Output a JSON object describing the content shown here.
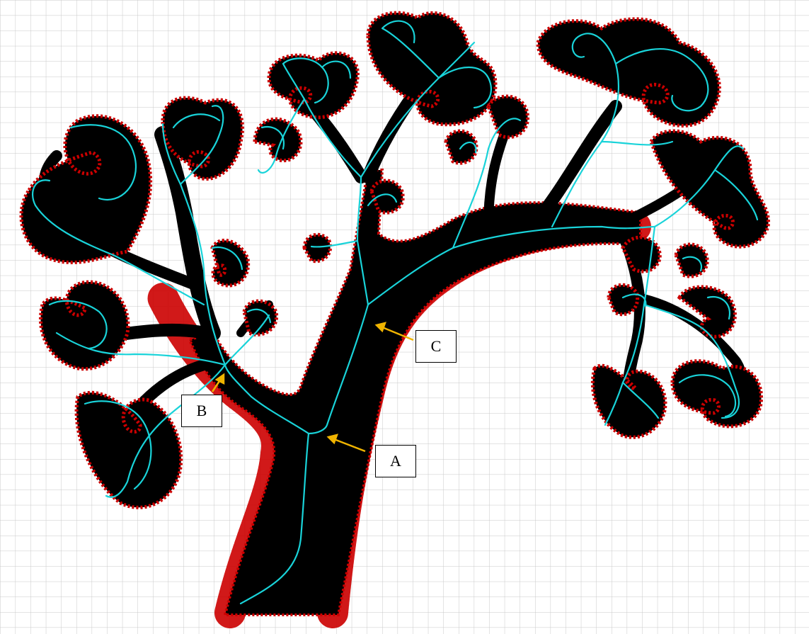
{
  "colors": {
    "background": "#ffffff",
    "grid": "#c8c8c8",
    "tree_fill": "#000000",
    "outline": "#cc0000",
    "skeleton": "#19d3d9",
    "arrow": "#f0b400",
    "label_border": "#000000"
  },
  "labels": {
    "a": "A",
    "b": "B",
    "c": "C"
  }
}
